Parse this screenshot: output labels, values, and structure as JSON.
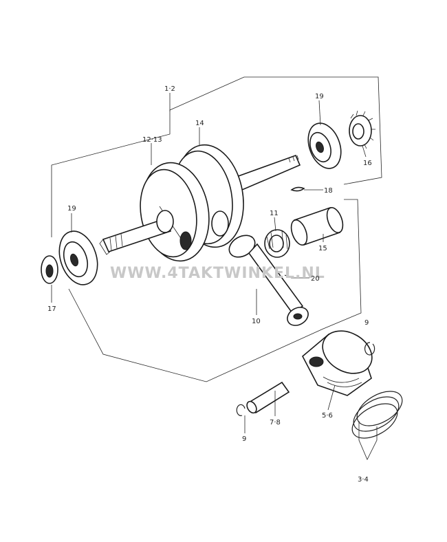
{
  "labels": {
    "l_1_2": "1·2",
    "l_12_13": "12·13",
    "l_14": "14",
    "l_19_right": "19",
    "l_16": "16",
    "l_18": "18",
    "l_19_left": "19",
    "l_11": "11",
    "l_15": "15",
    "l_17": "17",
    "l_20": "20",
    "l_10": "10",
    "l_9_right": "9",
    "l_5_6": "5·6",
    "l_7_8": "7·8",
    "l_9_left": "9",
    "l_3_4": "3·4"
  },
  "watermark": "WWW.4TAKTWINKEL.NL"
}
